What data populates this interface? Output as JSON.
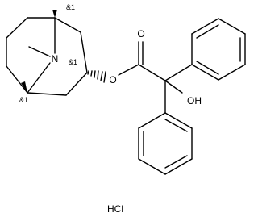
{
  "molecule": {
    "atoms": {
      "nitrogen": "N",
      "ester_oxygen": "O",
      "carbonyl_oxygen": "O",
      "hydroxyl": "OH"
    },
    "stereo_labels": {
      "top_bridgehead": "&1",
      "c3": "&1",
      "bottom_bridgehead": "&1"
    },
    "salt": "HCl"
  },
  "colors": {
    "bond": "#000000",
    "background": "#ffffff"
  }
}
